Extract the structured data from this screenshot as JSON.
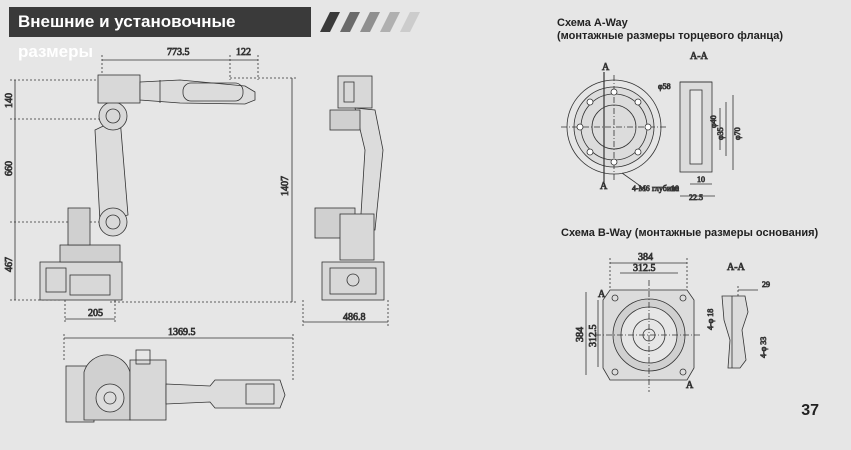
{
  "header": {
    "title": "Внешние и установочные размеры"
  },
  "captions": {
    "a_way_line1": "Схема A-Way",
    "a_way_line2": "(монтажные размеры торцевого фланца)",
    "b_way": "Схема B-Way (монтажные размеры основания)"
  },
  "page_number": "37",
  "side_view": {
    "dim_top_arm": "773.5",
    "dim_top_tool": "122",
    "dim_140": "140",
    "dim_660": "660",
    "dim_467": "467",
    "dim_base": "205",
    "dim_height": "1407"
  },
  "rear_view": {
    "dim_depth": "486.8"
  },
  "top_view": {
    "dim_reach": "1369.5"
  },
  "flange": {
    "section_label": "A-A",
    "label_a_top": "A",
    "label_a_bottom": "A",
    "dim_d58": "φ58",
    "dim_holes": "4-M6",
    "dim_depth_note": "глубина",
    "dim_10": "10",
    "dim_d70": "φ70",
    "dim_d35": "φ35",
    "dim_d40": "φ40",
    "dim_10b": "10",
    "dim_22_5": "22.5"
  },
  "base": {
    "section_label": "A-A",
    "label_a_left": "A",
    "label_a_right": "A",
    "dim_384_top": "384",
    "dim_312_5_top": "312.5",
    "dim_384_side": "384",
    "dim_312_5_side": "312.5",
    "dim_29": "29",
    "dim_4_18": "4-φ 18",
    "dim_4_33": "4-φ 33"
  }
}
